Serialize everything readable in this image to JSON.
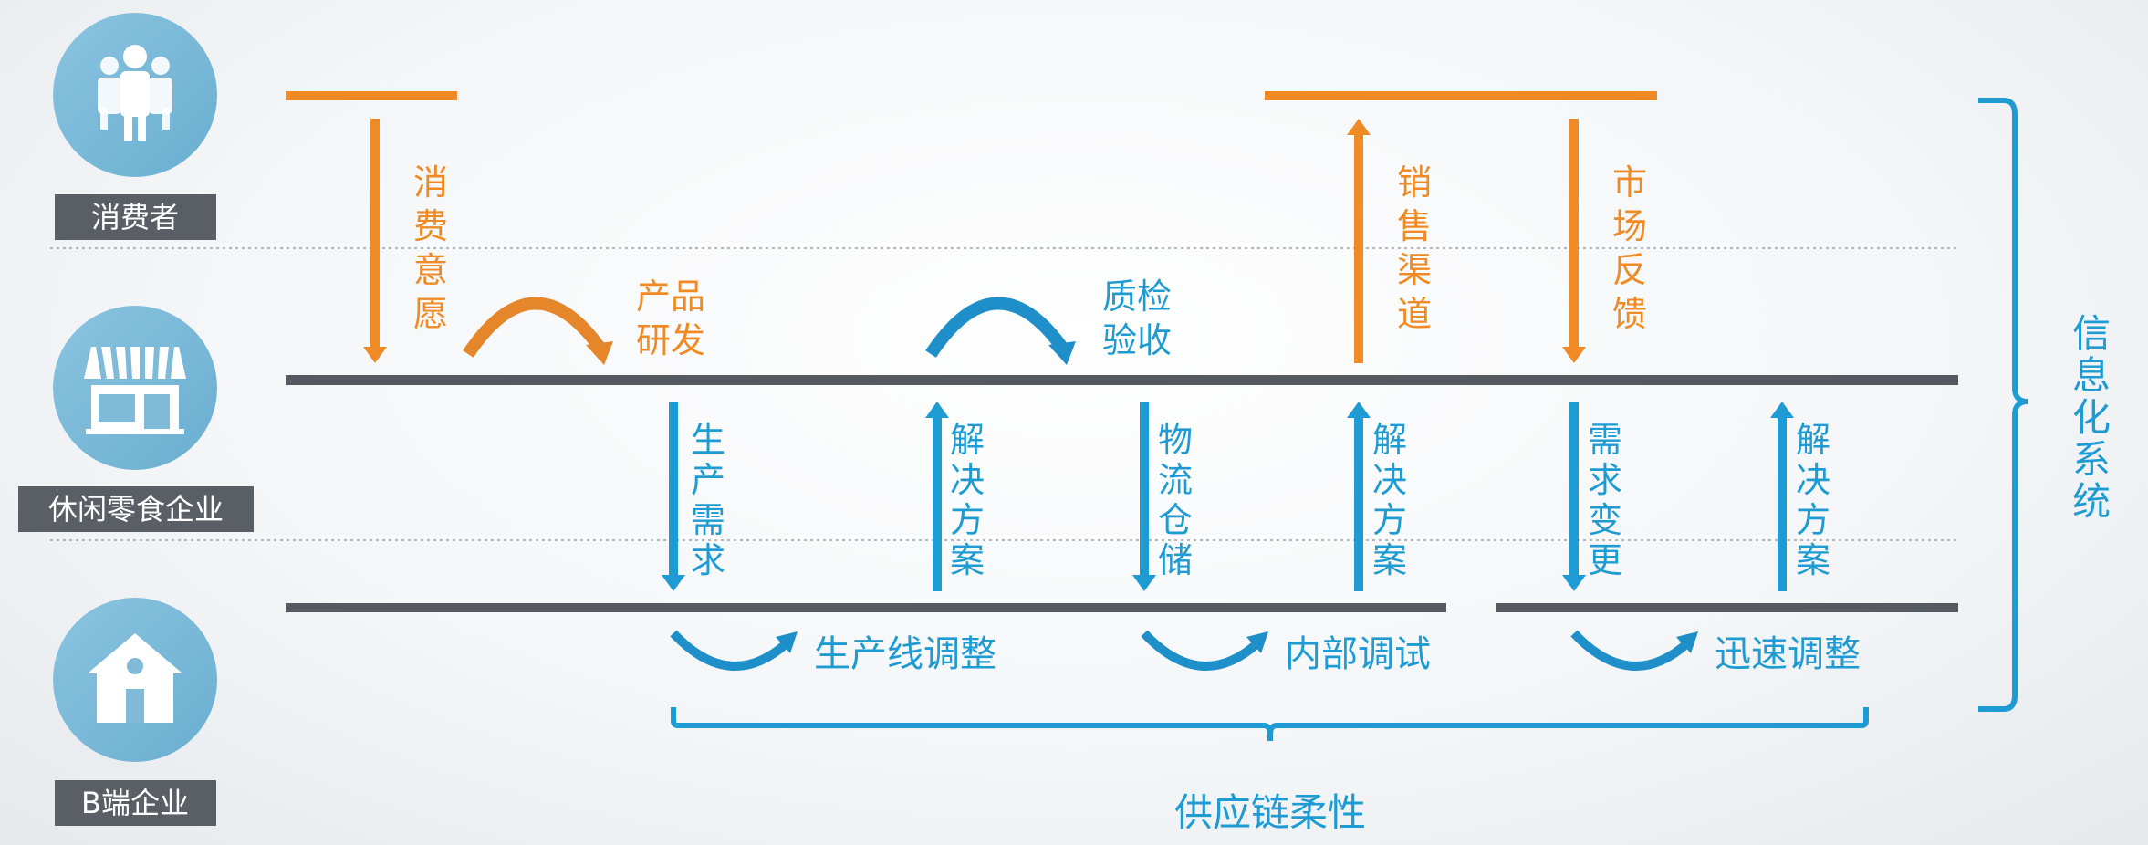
{
  "actors": {
    "consumer": {
      "label": "消费者",
      "icon": "people-icon"
    },
    "enterprise": {
      "label": "休闲零食企业",
      "icon": "store-icon"
    },
    "b_enterprise": {
      "label": "B端企业",
      "icon": "house-icon"
    }
  },
  "upper_flows": {
    "consumer_intent": "消费意愿",
    "product_rd": [
      "产品",
      "研发"
    ],
    "quality_check": [
      "质检",
      "验收"
    ],
    "sales_channel": "销售渠道",
    "market_feedback": "市场反馈"
  },
  "lower_flows": {
    "production_demand": "生产需求",
    "solution_1": "解决方案",
    "logistics_storage": "物流仓储",
    "solution_2": "解决方案",
    "demand_change": "需求变更",
    "solution_3": "解决方案"
  },
  "adjustments": {
    "line_adjust": "生产线调整",
    "internal_debug": "内部调试",
    "rapid_adjust": "迅速调整"
  },
  "brackets": {
    "supply_chain": "供应链柔性",
    "info_system": "信息化系统"
  },
  "colors": {
    "orange": "#F08A24",
    "blue": "#1E9BD2",
    "dark_line": "#555A61",
    "label_bg": "#5A5F66",
    "icon_circle": "#7FBAD8"
  }
}
